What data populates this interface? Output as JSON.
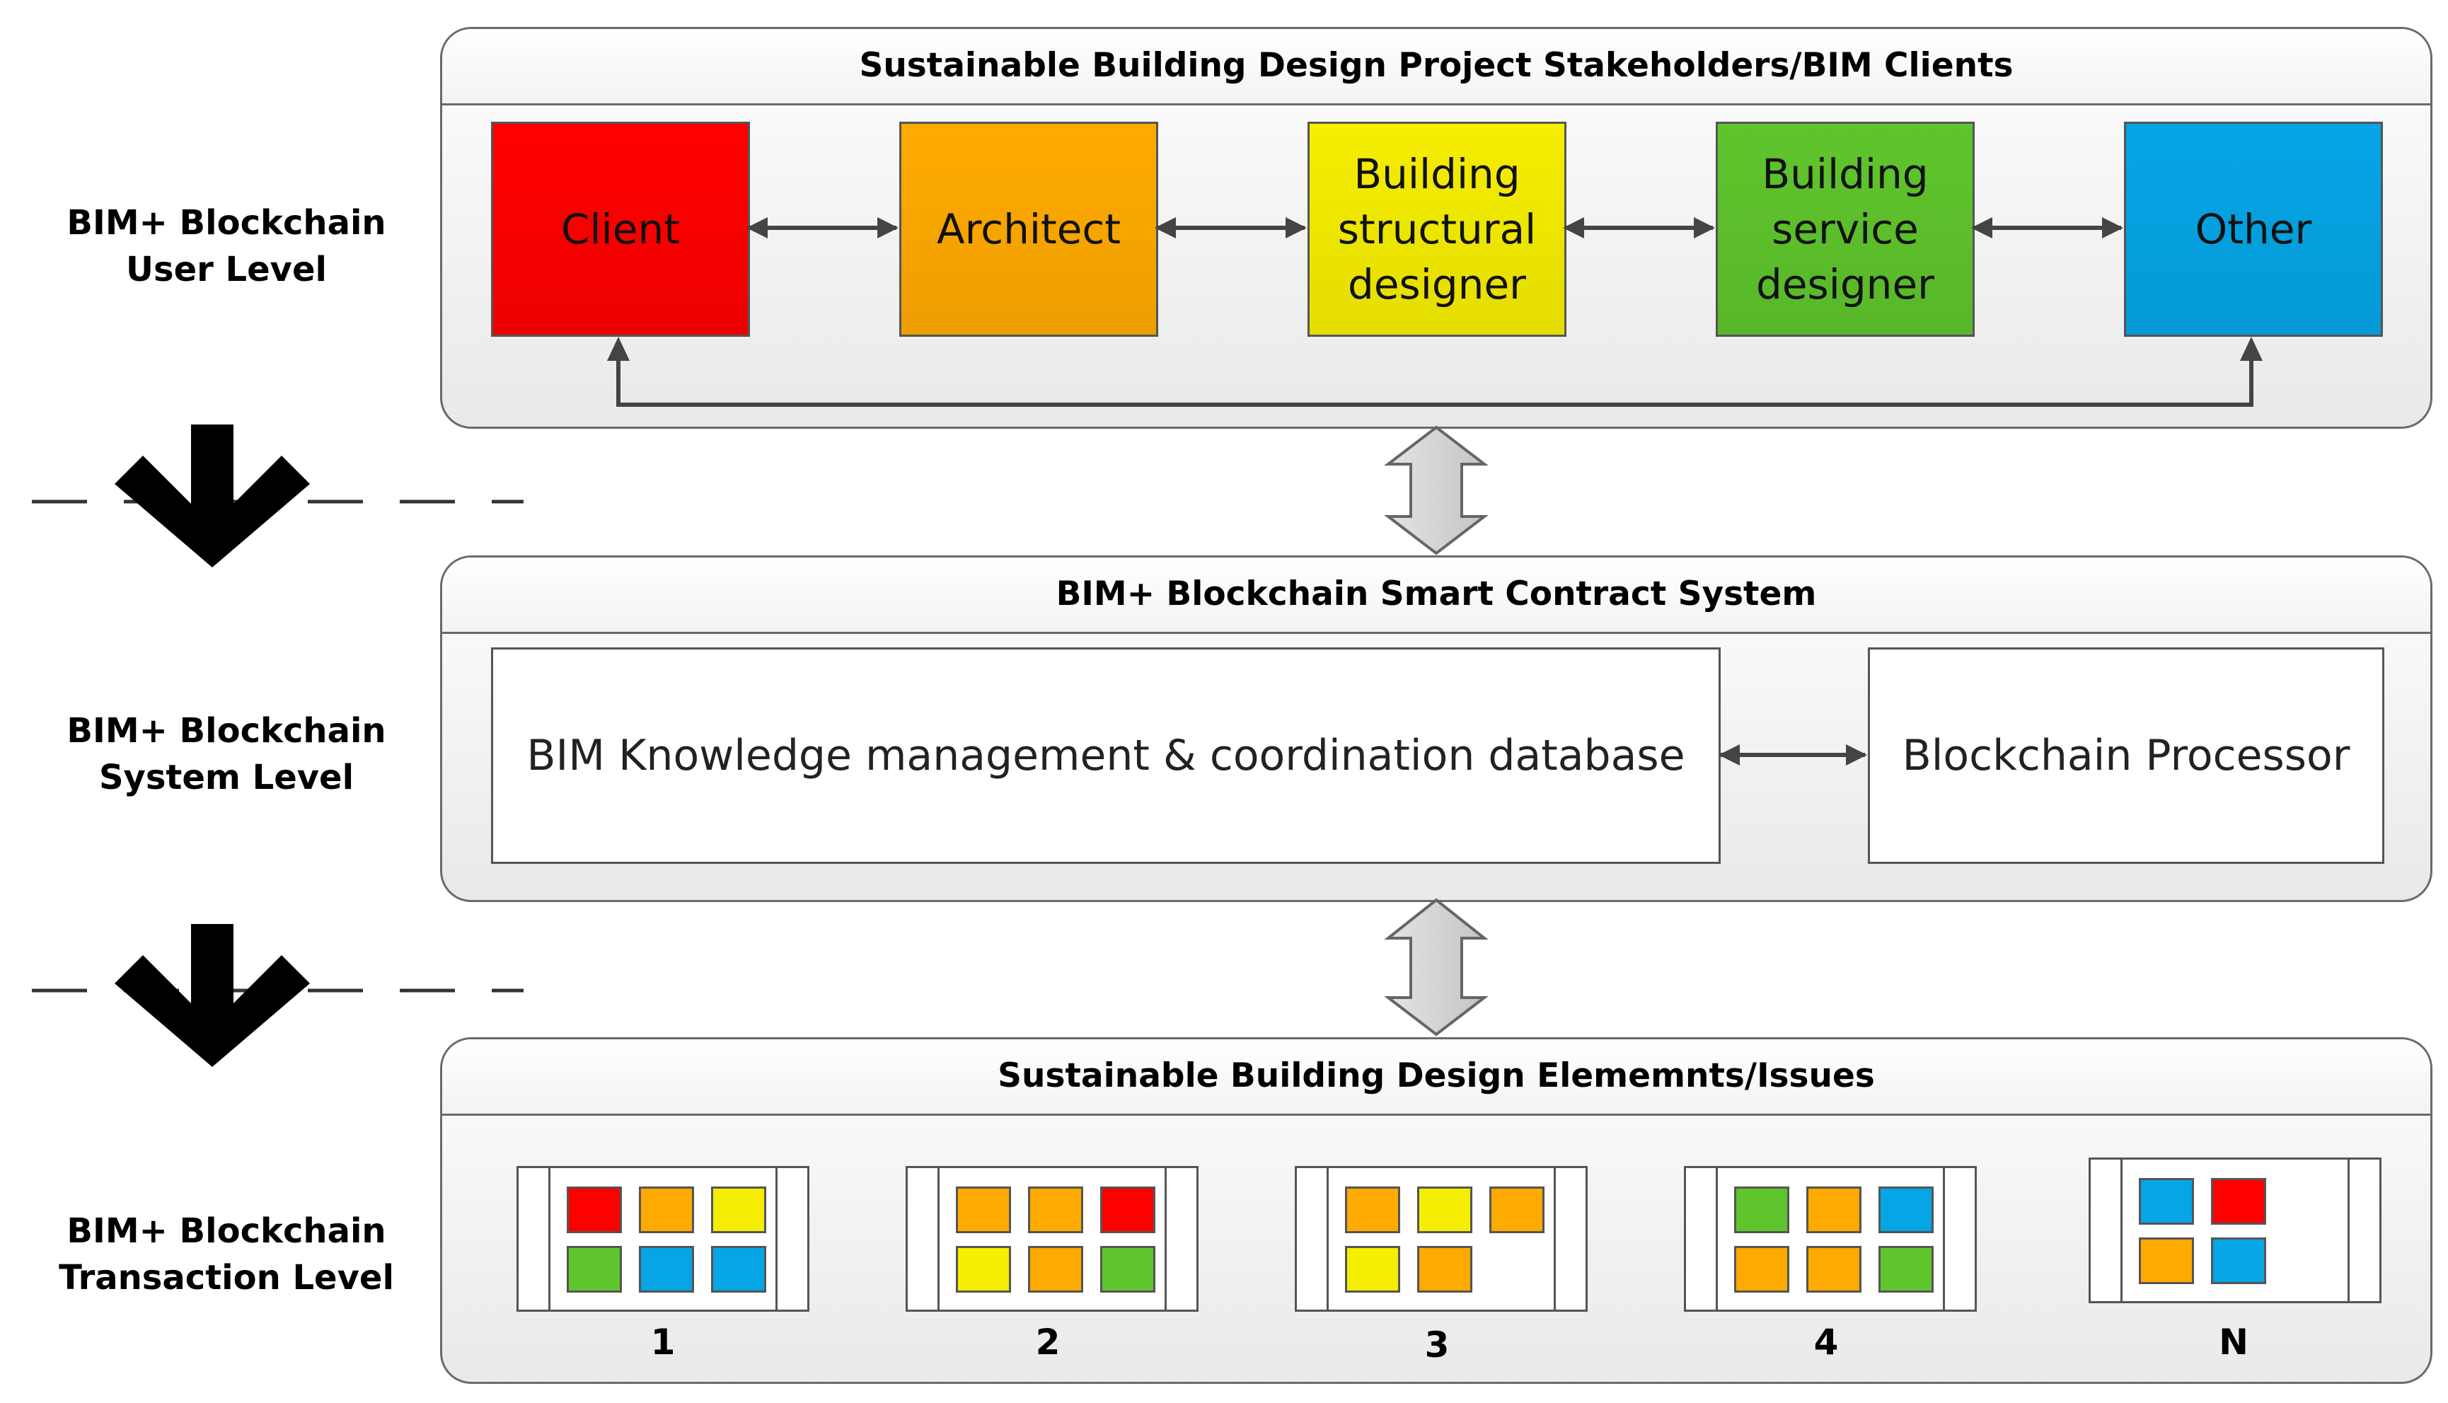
{
  "levels": [
    {
      "line1": "BIM+ Blockchain",
      "line2": "User Level"
    },
    {
      "line1": "BIM+ Blockchain",
      "line2": "System Level"
    },
    {
      "line1": "BIM+ Blockchain",
      "line2": "Transaction Level"
    }
  ],
  "user_panel": {
    "title": "Sustainable Building Design Project Stakeholders/BIM Clients",
    "roles": [
      {
        "label": "Client",
        "color": "#ff0000"
      },
      {
        "label": "Architect",
        "color": "#ffaa00"
      },
      {
        "label": "Building\nstructural\ndesigner",
        "color": "#f5ee00"
      },
      {
        "label": "Building\nservice\ndesigner",
        "color": "#5fc52c"
      },
      {
        "label": "Other",
        "color": "#05a5e6"
      }
    ]
  },
  "system_panel": {
    "title": "BIM+ Blockchain Smart Contract System",
    "database_label": "BIM Knowledge management & coordination database",
    "processor_label": "Blockchain Processor"
  },
  "transaction_panel": {
    "title": "Sustainable Building Design Elememnts/Issues",
    "groups": [
      {
        "label": "1",
        "rows": [
          [
            "red",
            "orange",
            "yellow"
          ],
          [
            "green",
            "blue",
            "blue"
          ]
        ]
      },
      {
        "label": "2",
        "rows": [
          [
            "orange",
            "orange",
            "red"
          ],
          [
            "yellow",
            "orange",
            "green"
          ]
        ]
      },
      {
        "label": "3",
        "rows": [
          [
            "orange",
            "yellow",
            "orange"
          ],
          [
            "yellow",
            "orange"
          ]
        ]
      },
      {
        "label": "4",
        "rows": [
          [
            "green",
            "orange",
            "blue"
          ],
          [
            "orange",
            "orange",
            "green"
          ]
        ]
      },
      {
        "label": "N",
        "rows": [
          [
            "blue",
            "red"
          ],
          [
            "orange",
            "blue"
          ]
        ]
      }
    ]
  },
  "chip_colors": {
    "red": "#ff0000",
    "orange": "#ffaa00",
    "yellow": "#f5ee00",
    "green": "#5fc52c",
    "blue": "#05a5e6"
  },
  "icons": {
    "level_transition": "down-arrow-icon",
    "panel_link": "double-vertical-arrow-icon"
  }
}
